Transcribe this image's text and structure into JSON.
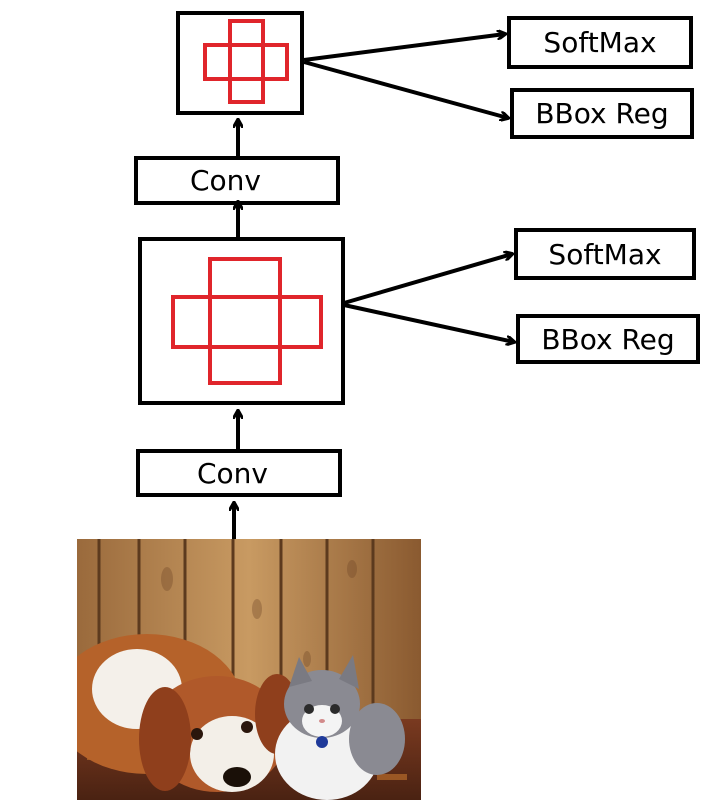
{
  "diagram": {
    "levels": [
      {
        "conv_label": "Conv",
        "heads": [
          "SoftMax",
          "BBox Reg"
        ]
      },
      {
        "conv_label": "Conv",
        "heads": [
          "SoftMax",
          "BBox Reg"
        ]
      }
    ]
  },
  "colors": {
    "stroke": "#000000",
    "anchor": "#e0252b"
  },
  "photo": {
    "subject": "dog-and-kitten-photo"
  }
}
